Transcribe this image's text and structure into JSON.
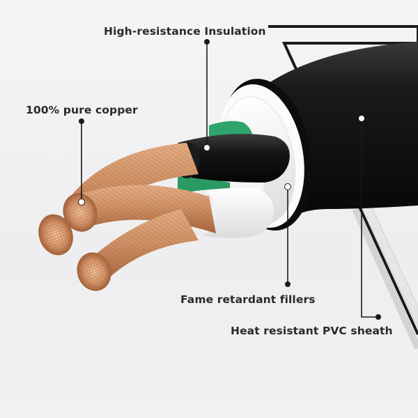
{
  "labels": {
    "insulation": "High-resistance Insulation",
    "copper": "100% pure copper",
    "fillers": "Fame retardant fillers",
    "sheath": "Heat resistant PVC sheath"
  },
  "colors": {
    "background": "#f2f2f3",
    "sheath": "#141414",
    "filler": "#f7f7f7",
    "copper": "#c98a5e",
    "copper_dark": "#9a5a34",
    "insulation_black": "#151515",
    "insulation_green": "#2fa56d",
    "text": "#2a2a2a"
  }
}
